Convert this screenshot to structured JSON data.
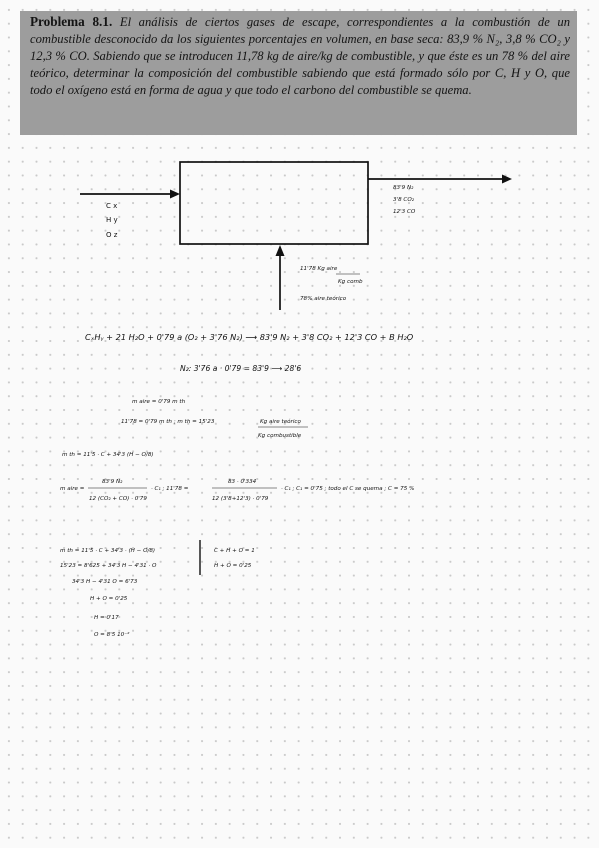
{
  "problem": {
    "heading": "Problema 8.1.",
    "body": "El análisis de ciertos gases de escape, correspondientes a la combustión de un combustible desconocido da los siguientes porcentajes en volumen, en base seca: 83,9 % N₂, 3,8 % CO₂ y 12,3 % CO. Sabiendo que se introducen 11,78 kg de aire/kg de combustible, y que éste es un 78 % del aire teórico, determinar la composición del combustible sabiendo que está formado sólo por C, H y O, que todo el oxígeno está en forma de agua y que todo el carbono del combustible se quema."
  },
  "diagram": {
    "inputs": [
      "C  x",
      "H  y",
      "O  z"
    ],
    "outputs": [
      "83'9 N₂",
      "3'8 CO₂",
      "12'3 CO"
    ],
    "air_feed": [
      "11'78  Kg aire",
      "Kg comb",
      "78%  aire  teórico"
    ]
  },
  "work": {
    "reaction": "CₓHᵧ + 21 H₂O + 0'79 a (O₂ + 3'76 N₂)  ⟶  83'9 N₂ + 3'8 CO₂ + 12'3 CO + B H₂O",
    "n2_balance": "N₂:  3'76 a · 0'79 = 83'9  ⟶  28'6",
    "m_aire": "m aire = 0'79 m th",
    "m_th_1": "11'78 = 0'79 m th ;   m th = 15'23",
    "m_th_frac_num": "Kg aire teórico",
    "m_th_frac_den": "Kg combustible",
    "m_th_2": "m th = 11'5 · C + 34'3 (H − O/8)",
    "mairegas_lhs": "m aire =",
    "mairegas_num1": "83'9 N₂",
    "mairegas_den1": "12 (CO₂ + CO) · 0'79",
    "mairegas_mid": "· C₁ ;     11'78 =",
    "mairegas_num2": "83 · 0'334",
    "mairegas_den2": "12 (3'8+12'3) · 0'79",
    "mairegas_tail": "· C₁ ;   C₁ = 0'75 ;  todo  el  C   se  quema ;  C = 75 %",
    "left_1": "m th = 11'5 · C + 34'3 · (H − O/8)",
    "left_2": "15'23 = 8'625 + 34'3 H − 4'31 · O",
    "left_3": "34'3 H − 4'31 O = 6'73",
    "left_4": "H + O     = 0'25",
    "left_5": "H = 0'17",
    "left_6": "O = 8'5  10⁻²",
    "right_1": "C + H + O = 1",
    "right_2": "H + O = 0'25"
  }
}
